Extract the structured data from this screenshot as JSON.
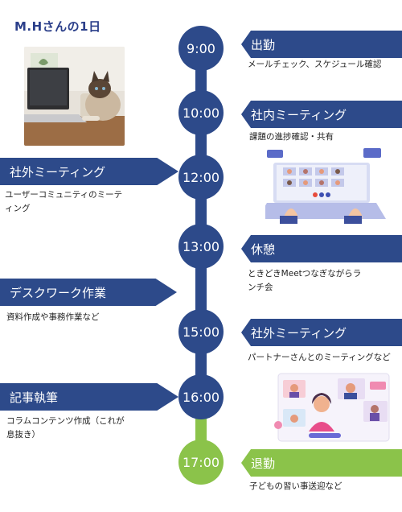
{
  "page_title": "M.Hさんの1日",
  "colors": {
    "navy": "#2d4a8a",
    "green": "#8bc34a",
    "title": "#2b3f8a"
  },
  "timeline": [
    {
      "time": "9:00",
      "label": "出勤",
      "note": "メールチェック、スケジュール確認"
    },
    {
      "time": "10:00",
      "label": "社内ミーティング",
      "note": "課題の進捗確認・共有"
    },
    {
      "time": "12:00",
      "label": "社外ミーティング",
      "note": "ユーザーコミュニティのミーティング"
    },
    {
      "time": "13:00",
      "label": "休憩",
      "note": "ときどきMeetつなぎながらランチ会"
    },
    {
      "label": "デスクワーク作業",
      "note": "資料作成や事務作業など"
    },
    {
      "time": "15:00",
      "label": "社外ミーティング",
      "note": "パートナーさんとのミーティングなど"
    },
    {
      "time": "16:00",
      "label": "記事執筆",
      "note": "コラムコンテンツ作成（これが息抜き）"
    },
    {
      "time": "17:00",
      "label": "退勤",
      "note": "子どもの習い事送迎など"
    }
  ]
}
